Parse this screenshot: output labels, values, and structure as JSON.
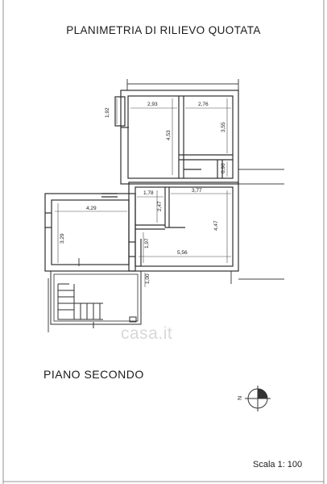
{
  "sheet": {
    "title": "PLANIMETRIA DI RILIEVO QUOTATA",
    "floor_label": "PIANO SECONDO",
    "scale_label": "Scala 1: 100",
    "watermark": "casa.it",
    "north_label": "N"
  },
  "dimensions": {
    "d_192": "1,92",
    "d_293": "2,93",
    "d_276": "2,76",
    "d_453": "4,53",
    "d_355": "3,55",
    "d_090": "0,90",
    "d_178": "1,78",
    "d_377": "3,77",
    "d_247": "2,47",
    "d_429": "4,29",
    "d_329": "3,29",
    "d_447": "4,47",
    "d_197": "1,97",
    "d_556": "5,56",
    "d_100": "1,00"
  },
  "colors": {
    "line": "#3a3a3a",
    "wall": "#2e2e2e",
    "text": "#1a1a1a",
    "watermark": "#d8d8d8"
  }
}
